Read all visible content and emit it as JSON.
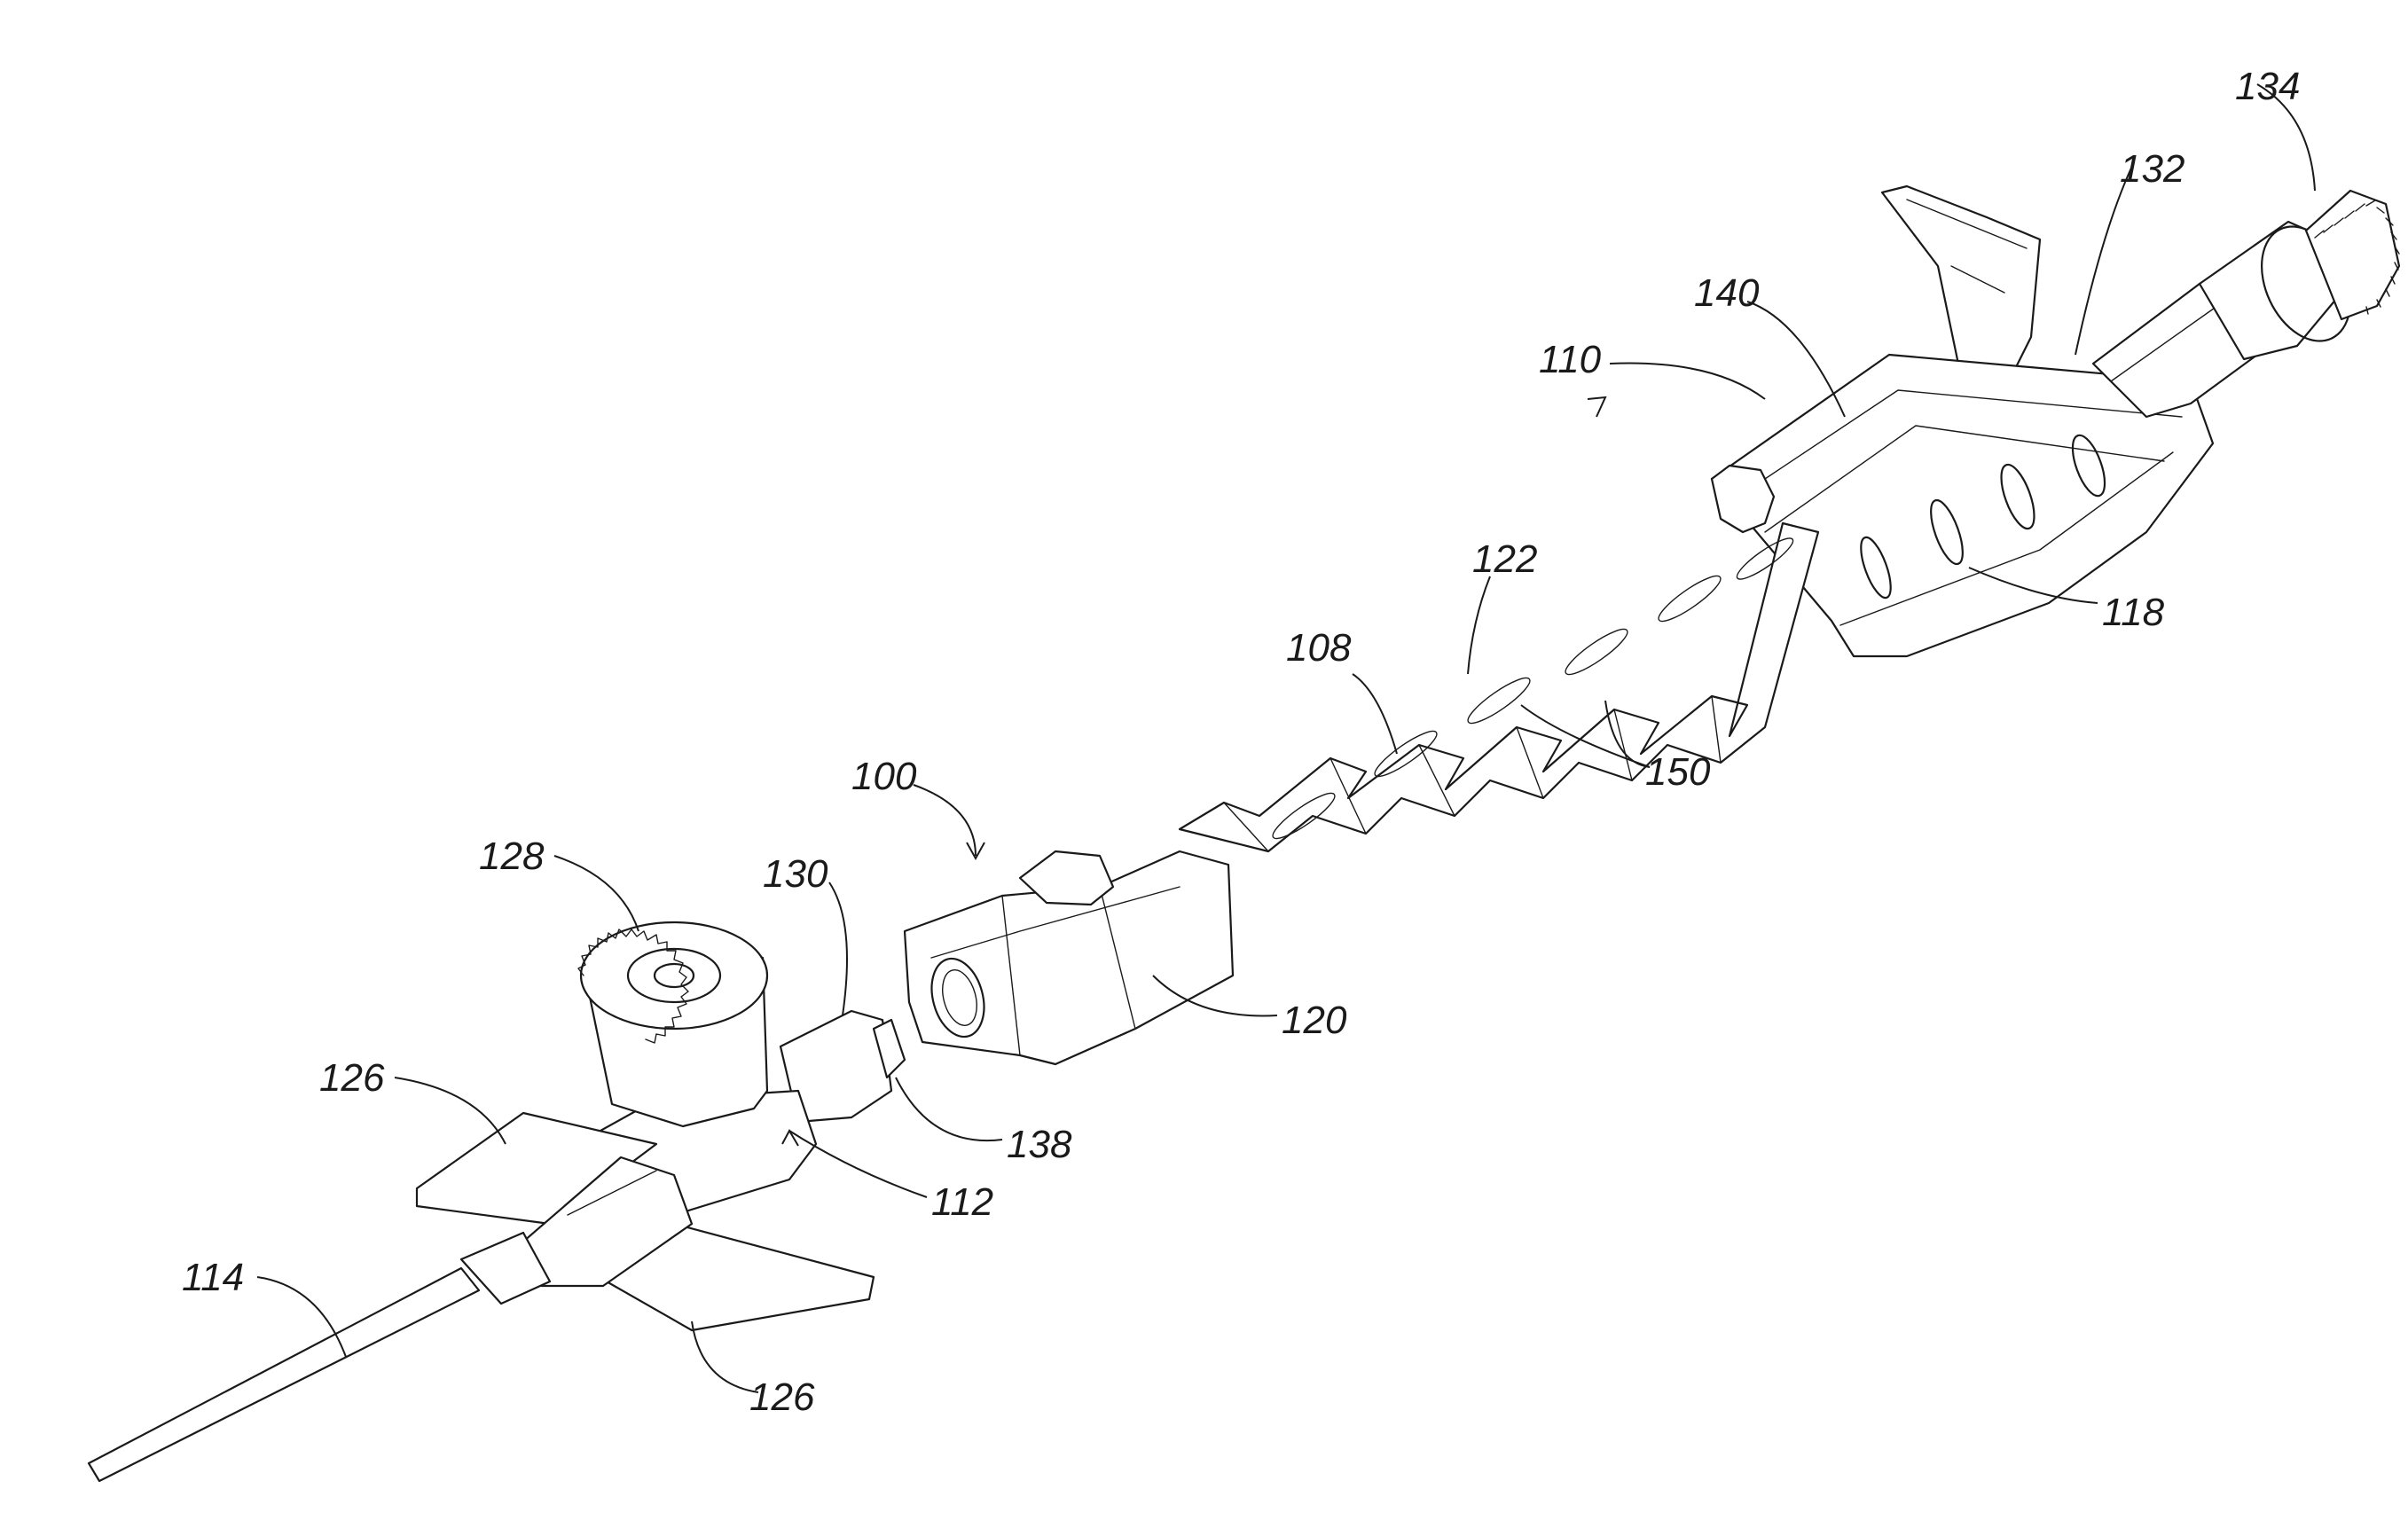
{
  "figure": {
    "labels": {
      "l134": "134",
      "l132": "132",
      "l140": "140",
      "l110": "110",
      "l118": "118",
      "l122": "122",
      "l108": "108",
      "l150": "150",
      "l100": "100",
      "l128": "128",
      "l130": "130",
      "l120": "120",
      "l126a": "126",
      "l138": "138",
      "l112": "112",
      "l114": "114",
      "l126b": "126"
    }
  }
}
